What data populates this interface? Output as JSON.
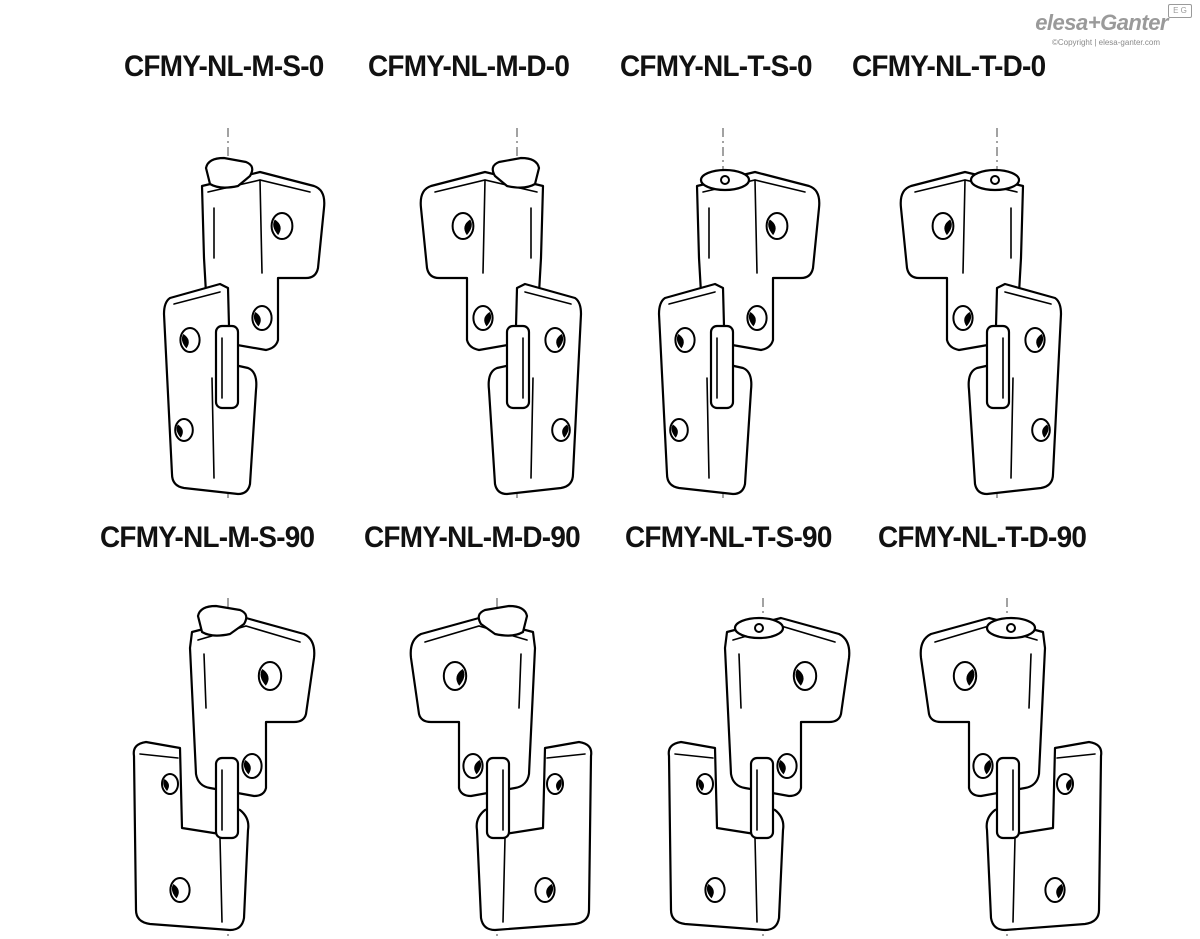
{
  "brand": {
    "name": "elesa+Ganter",
    "copyright": "©Copyright | elesa-ganter.com",
    "badge": "E G"
  },
  "hinges": [
    {
      "label": "CFMY-NL-M-S-0"
    },
    {
      "label": "CFMY-NL-M-D-0"
    },
    {
      "label": "CFMY-NL-T-S-0"
    },
    {
      "label": "CFMY-NL-T-D-0"
    },
    {
      "label": "CFMY-NL-M-S-90"
    },
    {
      "label": "CFMY-NL-M-D-90"
    },
    {
      "label": "CFMY-NL-T-S-90"
    },
    {
      "label": "CFMY-NL-T-D-90"
    }
  ]
}
